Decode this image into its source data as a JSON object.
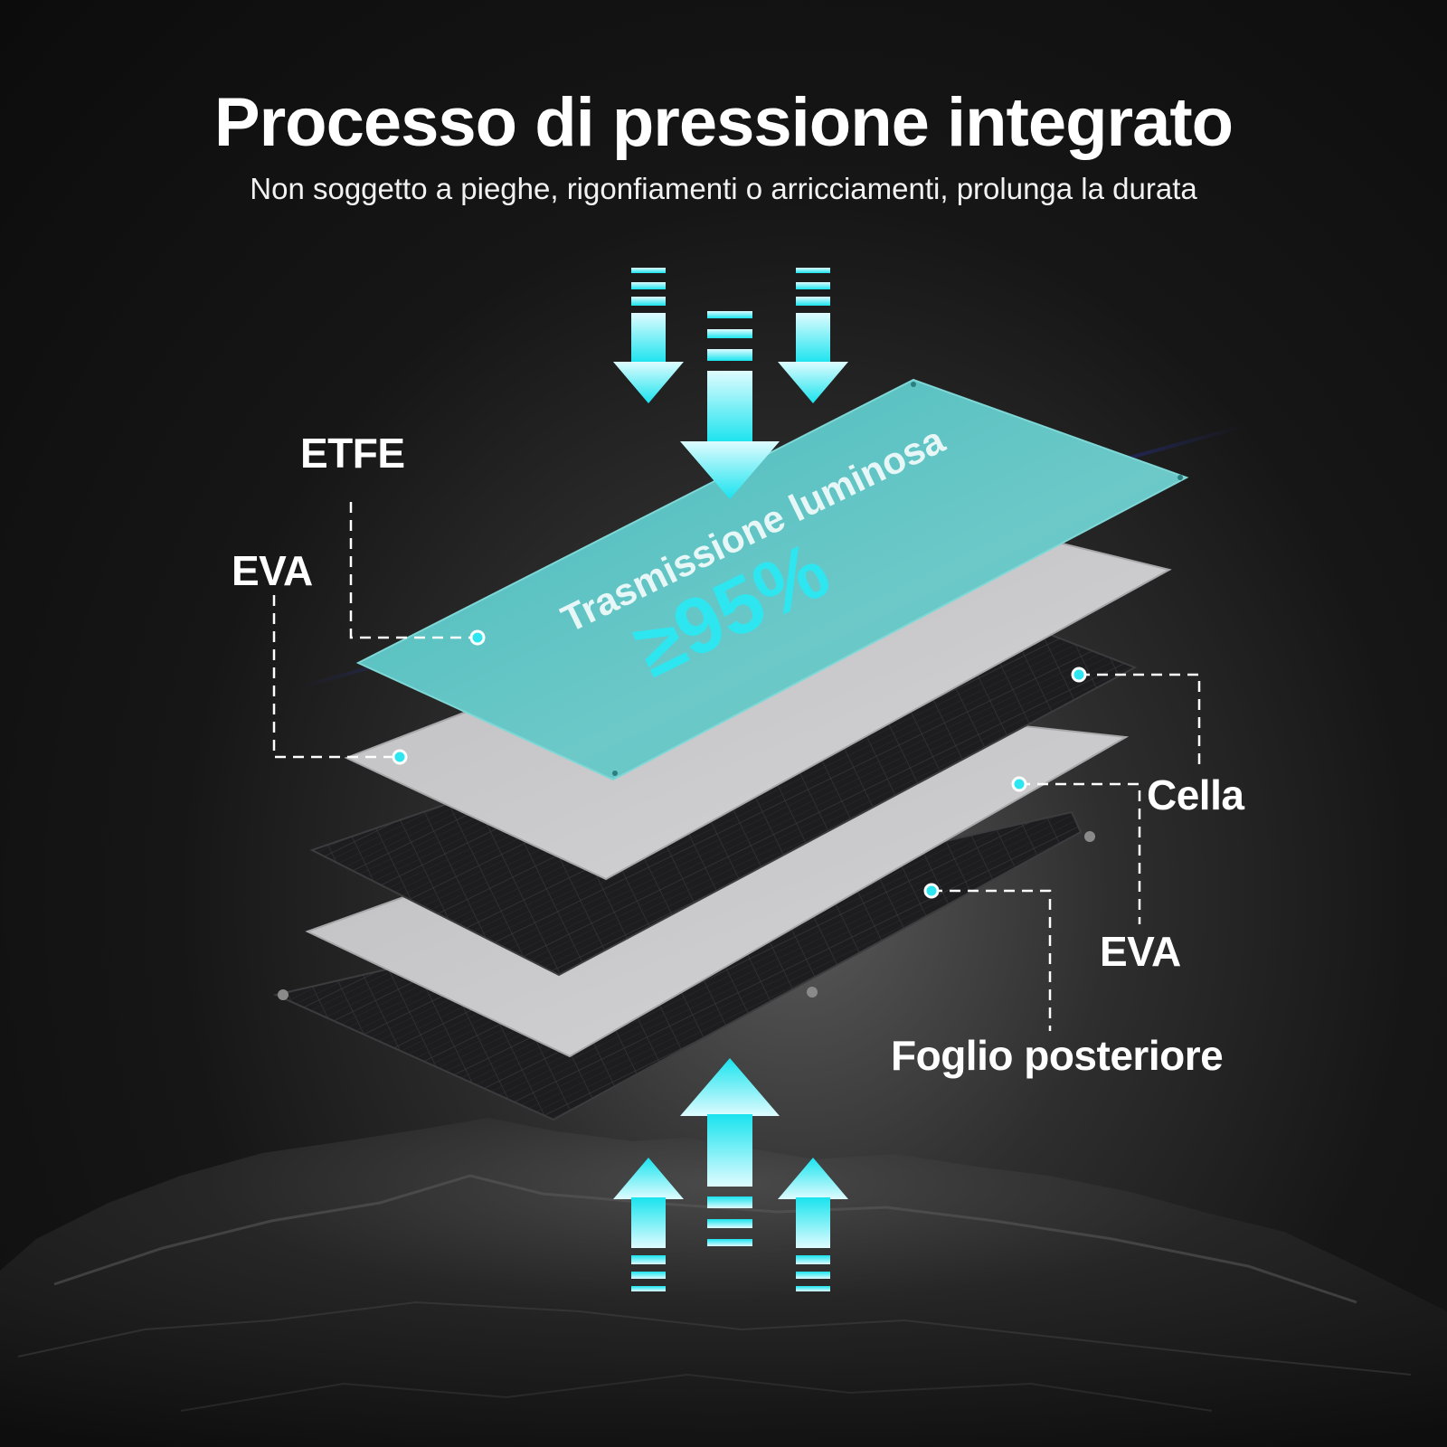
{
  "header": {
    "title": "Processo di pressione integrato",
    "subtitle": "Non soggetto a pieghe, rigonfiamenti o arricciamenti, prolunga la durata"
  },
  "panel": {
    "text": "Trasmissione luminosa",
    "value": "≥95%"
  },
  "layers": [
    {
      "label": "ETFE"
    },
    {
      "label": "EVA"
    },
    {
      "label": "Cella"
    },
    {
      "label": "EVA"
    },
    {
      "label": "Foglio posteriore"
    }
  ],
  "colors": {
    "accent": "#2ee6f0",
    "etfe": "#5ec4c4",
    "eva": "#c9c9cb",
    "cell": "#1c1c1e",
    "background": "#111111",
    "rock": "#1a1a1a"
  },
  "icons": [
    "arrow-down-icon",
    "arrow-up-icon"
  ]
}
